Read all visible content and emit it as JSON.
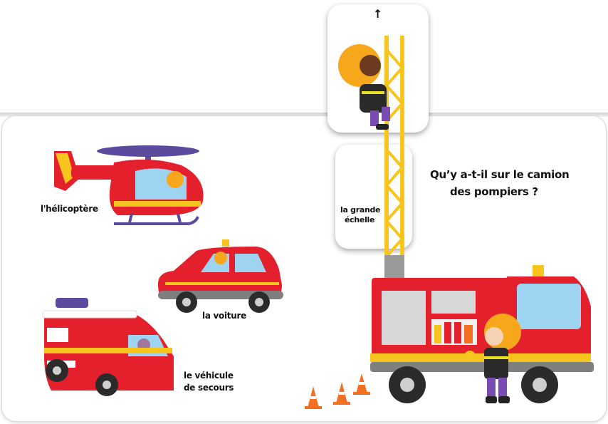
{
  "title": "Qu'y a-t-il sur le camion des pompiers ?",
  "title_line1": "Qu’y a-t-il sur le camion",
  "title_line2": "des pompiers ?",
  "labels": {
    "helicopter": "l'hélicoptère",
    "car": "la voiture",
    "rescue_line1": "le véhicule",
    "rescue_line2": "de secours",
    "ladder_line1": "la grande",
    "ladder_line2": "échelle"
  },
  "flap_arrow": "↑",
  "colors": {
    "red": "#e3202b",
    "yellow": "#f7c51e",
    "blue_window": "#9fd3f2",
    "orange_cone": "#f36f21"
  }
}
